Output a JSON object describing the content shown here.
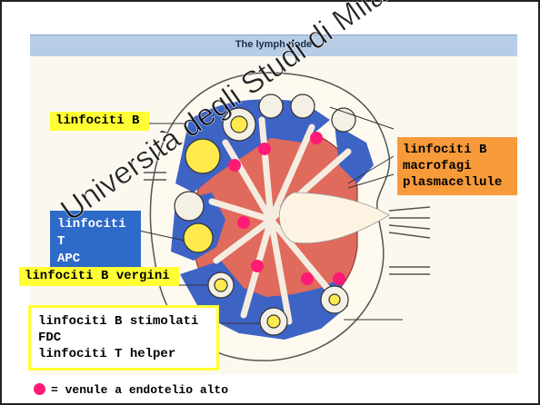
{
  "header": {
    "title": "The lymph node"
  },
  "labels": {
    "b_cells": "linfociti B",
    "t_cells_apc": [
      "linfociti T",
      "APC"
    ],
    "b_macro_plasma": [
      "linfociti B",
      "macrofagi",
      "plasmacellule"
    ],
    "b_virgin": "linfociti B vergini",
    "stimulated": [
      "linfociti B stimolati",
      "FDC",
      "linfociti T helper"
    ]
  },
  "legend": {
    "text": "= venule a endotelio alto"
  },
  "watermark": "Università degli Studi di Milano",
  "colors": {
    "title_bar": "#b7cde6",
    "cortex_blue": "#3d63c4",
    "medulla_red": "#e06a5c",
    "hev_pink": "#ff1a75",
    "follicle_yellow": "#ffe94d",
    "label_yellow": "#ffff33",
    "label_blue": "#2e6ac8",
    "label_orange": "#f79a3a"
  }
}
